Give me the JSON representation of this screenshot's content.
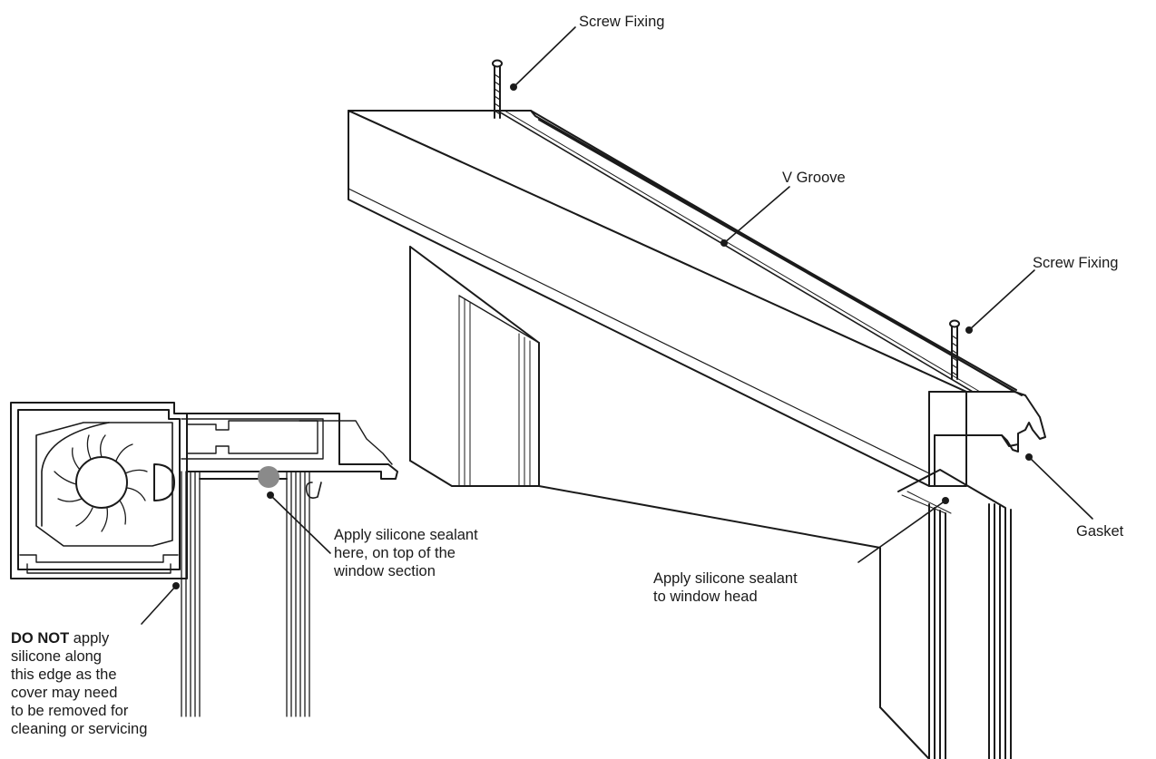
{
  "callouts": {
    "screw_fixing_top": "Screw Fixing",
    "screw_fixing_right": "Screw Fixing",
    "v_groove": "V Groove",
    "gasket": "Gasket",
    "sealant_head_1": "Apply silicone sealant",
    "sealant_head_2": "to window head",
    "sealant_section_1": "Apply silicone sealant",
    "sealant_section_2": "here, on top of the",
    "sealant_section_3": "window section",
    "do_not_bold": "DO NOT",
    "do_not_1": " apply",
    "do_not_2": "silicone along",
    "do_not_3": "this edge as the",
    "do_not_4": "cover may need",
    "do_not_5": "to be removed for",
    "do_not_6": "cleaning or servicing"
  },
  "colors": {
    "line": "#1a1a1a",
    "sealant_dot": "#8a8a8a",
    "background": "#ffffff"
  }
}
